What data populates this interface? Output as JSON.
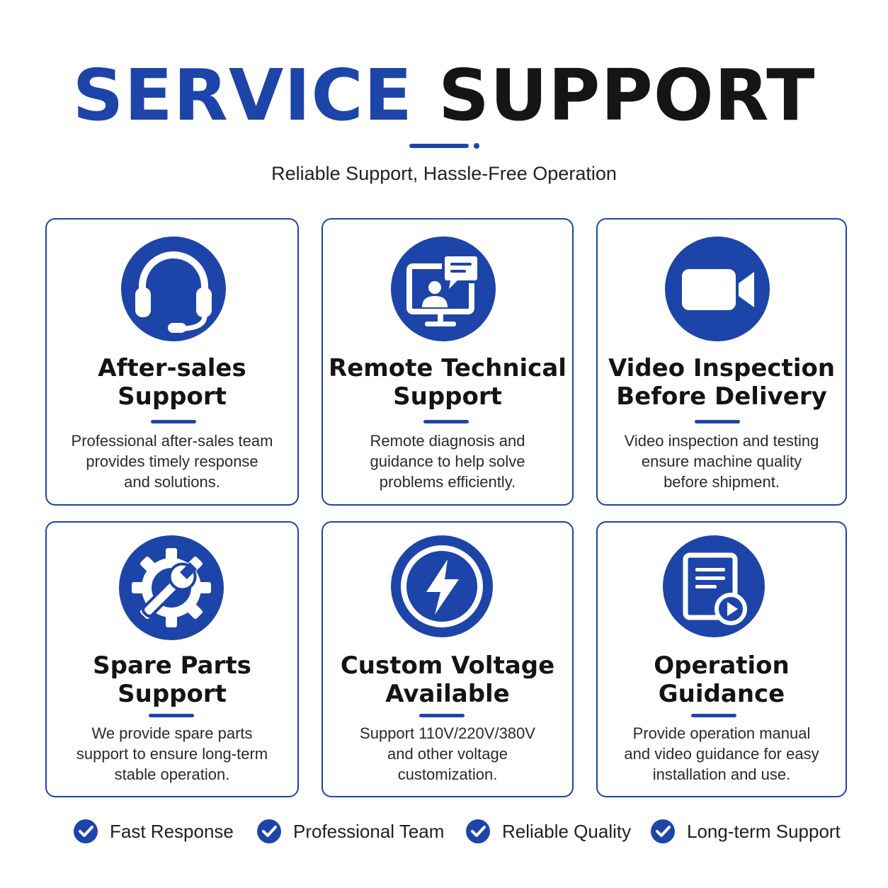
{
  "header": {
    "title_word1": "SERVICE",
    "title_word2": "SUPPORT",
    "subtitle": "Reliable Support, Hassle-Free Operation"
  },
  "colors": {
    "accent": "#1d44a8",
    "text": "#1a1a1a"
  },
  "cards": [
    {
      "icon": "headset-icon",
      "title_line1": "After-sales",
      "title_line2": "Support",
      "desc_line1": "Professional after-sales team",
      "desc_line2": "provides timely response",
      "desc_line3": "and solutions."
    },
    {
      "icon": "remote-monitor-icon",
      "title_line1": "Remote Technical",
      "title_line2": "Support",
      "desc_line1": "Remote diagnosis and",
      "desc_line2": "guidance to help solve",
      "desc_line3": "problems efficiently."
    },
    {
      "icon": "video-camera-icon",
      "title_line1": "Video Inspection",
      "title_line2": "Before Delivery",
      "desc_line1": "Video inspection and testing",
      "desc_line2": "ensure machine quality",
      "desc_line3": "before shipment."
    },
    {
      "icon": "gear-wrench-icon",
      "title_line1": "Spare Parts",
      "title_line2": "Support",
      "desc_line1": "We provide spare parts",
      "desc_line2": "support to ensure long-term",
      "desc_line3": "stable operation."
    },
    {
      "icon": "lightning-icon",
      "title_line1": "Custom Voltage",
      "title_line2": "Available",
      "desc_line1": "Support 110V/220V/380V",
      "desc_line2": "and other voltage",
      "desc_line3": "customization."
    },
    {
      "icon": "manual-video-icon",
      "title_line1": "Operation",
      "title_line2": "Guidance",
      "desc_line1": "Provide operation manual",
      "desc_line2": "and video guidance for easy",
      "desc_line3": "installation and use."
    }
  ],
  "features": [
    {
      "icon": "check-circle-icon",
      "label": "Fast Response"
    },
    {
      "icon": "check-circle-icon",
      "label": "Professional Team"
    },
    {
      "icon": "check-circle-icon",
      "label": "Reliable Quality"
    },
    {
      "icon": "check-circle-icon",
      "label": "Long-term Support"
    }
  ]
}
